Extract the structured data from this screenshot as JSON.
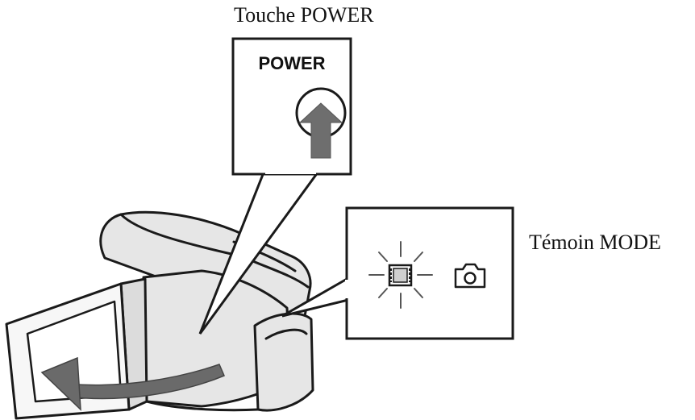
{
  "labels": {
    "power_button_title": "Touche POWER",
    "power_key_text": "POWER",
    "mode_indicator_title": "Témoin MODE"
  },
  "icons": {
    "movie_mode": "film-icon",
    "photo_mode": "camera-icon",
    "open_lcd_arrow": "curved-arrow-icon"
  },
  "colors": {
    "line": "#1a1a1a",
    "arrow_fill": "#666666",
    "camera_fill": "#e6e6e6",
    "lcd_fill": "#f7f7f7"
  }
}
